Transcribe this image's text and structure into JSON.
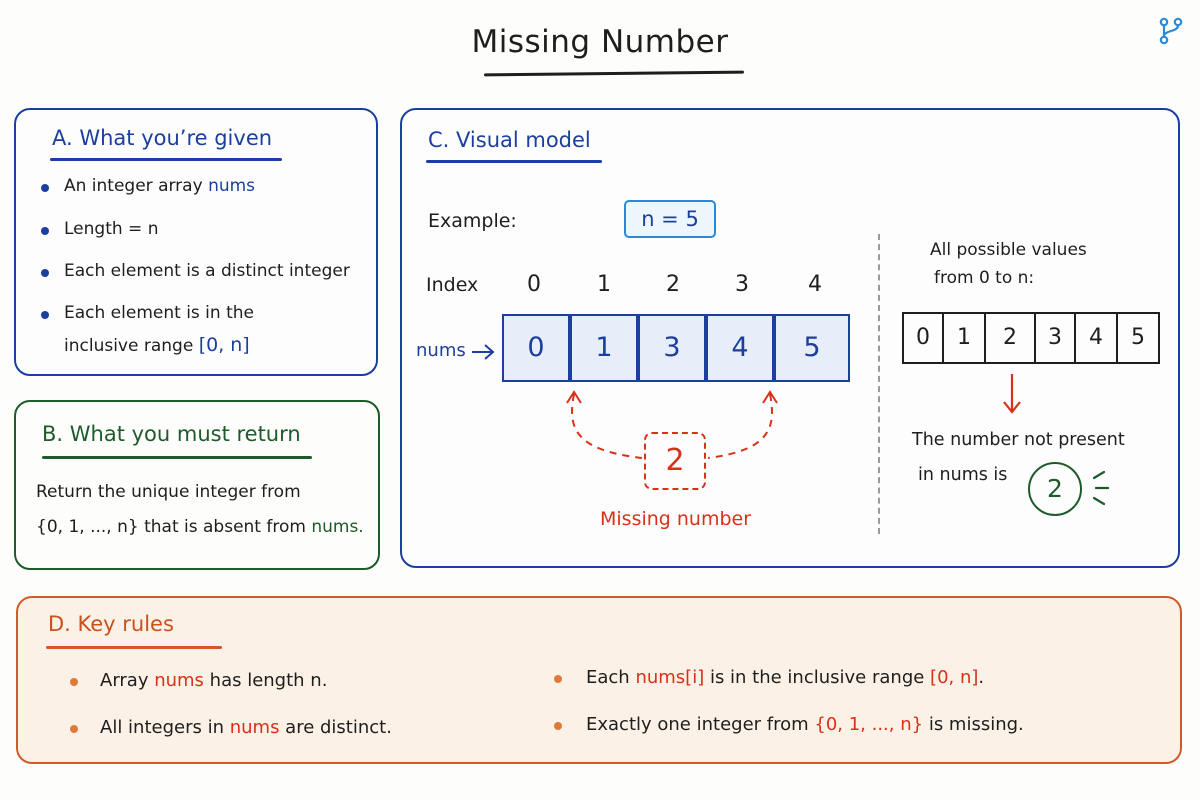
{
  "title": "Missing Number",
  "icons": {
    "corner": "branch-icon"
  },
  "colors": {
    "blue": "#1b3f9e",
    "green": "#1d5b2a",
    "red": "#d9301a",
    "orange": "#d05a2a",
    "light_blue": "#2a8ad6"
  },
  "panel_a": {
    "heading": "A. What you’re given",
    "items": [
      {
        "prefix": "An integer array ",
        "highlight": "nums"
      },
      {
        "text": "Length = n"
      },
      {
        "text": "Each element is a distinct integer"
      },
      {
        "line1": "Each element is in the",
        "line2_prefix": "inclusive range ",
        "range": "[0, n]"
      }
    ]
  },
  "panel_b": {
    "heading": "B. What you must return",
    "line1": "Return the unique integer from",
    "line2_set": "{0, 1, ..., n}",
    "line2_mid": " that is absent from ",
    "line2_highlight": "nums."
  },
  "panel_c": {
    "heading": "C. Visual model",
    "example_label": "Example:",
    "n_label": "n = 5",
    "index_label": "Index",
    "indices": [
      "0",
      "1",
      "2",
      "3",
      "4"
    ],
    "nums_label": "nums",
    "nums": [
      "0",
      "1",
      "3",
      "4",
      "5"
    ],
    "missing_value": "2",
    "missing_label": "Missing number",
    "all_values_line1": "All possible values",
    "all_values_line2": "from 0 to n:",
    "all_values": [
      "0",
      "1",
      "2",
      "3",
      "4",
      "5"
    ],
    "answer_line1": "The number not present",
    "answer_line2": "in nums is",
    "answer_value": "2"
  },
  "panel_d": {
    "heading": "D. Key rules",
    "rule1_prefix": "Array ",
    "rule1_highlight": "nums",
    "rule1_suffix": " has length n.",
    "rule2_prefix": "All integers in ",
    "rule2_highlight": "nums",
    "rule2_suffix": " are distinct.",
    "rule3_prefix": "Each ",
    "rule3_highlight": "nums[i]",
    "rule3_mid": " is in the inclusive range ",
    "rule3_range": "[0, n]",
    "rule3_suffix": ".",
    "rule4_prefix": "Exactly one integer from ",
    "rule4_set": "{0, 1, ..., n}",
    "rule4_suffix": " is missing."
  }
}
